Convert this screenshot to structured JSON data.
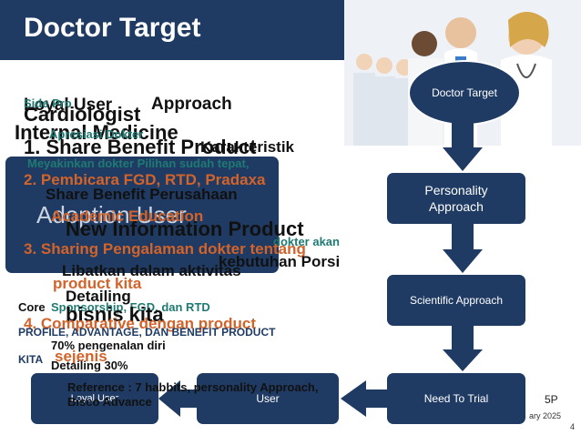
{
  "header": {
    "title": "Doctor Target"
  },
  "flow": {
    "circle_label": "Doctor Target",
    "personality": "Personality Approach",
    "scientific": "Scientific Approach",
    "need_trial": "Need To Trial",
    "user": "User",
    "loyal_user_box": "Loyal User",
    "slide_number": "5P",
    "date_fragment": "ary 2025",
    "page_fragment": "4"
  },
  "overlay": {
    "loyal_user": "Loyal User",
    "approach": "Approach",
    "cardiologist": "Cardiologist",
    "internal_medicine": "Internal Medicine",
    "side_pro": "Side Pro",
    "share_benefit_product": "1. Share Benefit Product",
    "apresiasi_dokter": "Apresiasi Dokter",
    "karakteristik": "Karakteristik",
    "meyakinkan": "Meyakinkan dokter Pilihan sudah tepat,",
    "pembicara": "2. Pembicara FGD, RTD, Pradaxa",
    "share_benefit_perusahaan": "Share Benefit Perusahaan",
    "academic": "Academic Education",
    "new_information": "New Information Product",
    "sharing_pengalaman": "3. Sharing Pengalaman dokter tentang",
    "product_kita": "product kita",
    "libatkan": "Libatkan dalam aktivitas",
    "bisnis_kita": "bisnis kita",
    "adoption_user": "Adoption User",
    "dokter_akan": "dokter akan",
    "kebutuhan": "kebutuhan Porsi",
    "sponsorship": "Sponsorship, FGD, dan RTD",
    "comparative": "4. Comparative dengan product",
    "sejenis": "sejenis",
    "profile_line": "PROFILE, ADVANTAGE, DAN BENEFIT PRODUCT",
    "kita": "KITA",
    "core": "Core",
    "detailing": "Detailing",
    "pengenalan": "70% pengenalan diri",
    "detailing_30": "Detailing 30%",
    "reference": "Reference : 7 habbits, personality Approach,",
    "bisco": "Bisco Advance"
  },
  "colors": {
    "navy": "#1f3b63",
    "teal": "#1f7a73",
    "orange": "#d2632a"
  },
  "icons": {
    "photo": "doctors-group-photo"
  }
}
